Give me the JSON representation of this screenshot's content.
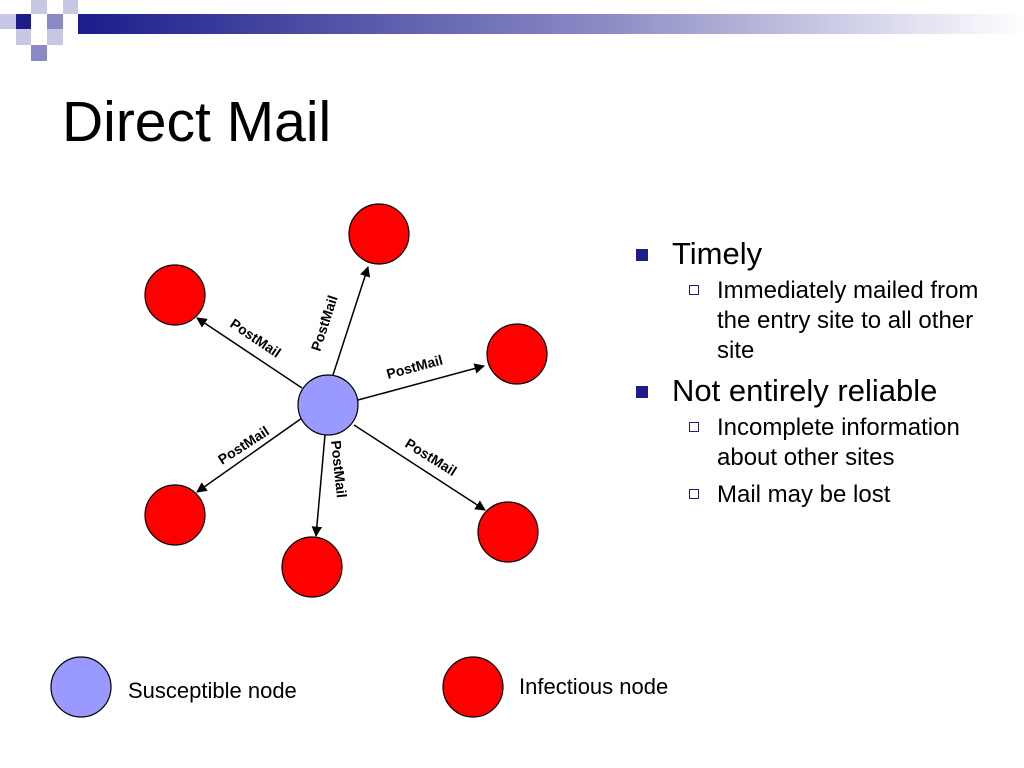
{
  "slide": {
    "title": "Direct Mail"
  },
  "diagram": {
    "center_node": "susceptible",
    "edge_label": "PostMail",
    "edges": [
      {
        "to": "top",
        "label": "PostMail"
      },
      {
        "to": "upper-left",
        "label": "PostMail"
      },
      {
        "to": "right",
        "label": "PostMail"
      },
      {
        "to": "lower-left",
        "label": "PostMail"
      },
      {
        "to": "bottom",
        "label": "PostMail"
      },
      {
        "to": "lower-right",
        "label": "PostMail"
      }
    ],
    "colors": {
      "infectious": "#ff0000",
      "susceptible": "#9999ff",
      "outline": "#000000"
    }
  },
  "bullets": [
    {
      "text": "Timely",
      "sub": [
        "Immediately mailed from the entry site to all other site"
      ]
    },
    {
      "text": "Not entirely reliable",
      "sub": [
        "Incomplete information about other sites",
        "Mail may be lost"
      ]
    }
  ],
  "legend": {
    "susceptible_label": "Susceptible node",
    "infectious_label": "Infectious node"
  },
  "theme": {
    "accent": "#1c1c8c",
    "band_start": "#1c1c8c",
    "band_end": "#ffffff"
  }
}
